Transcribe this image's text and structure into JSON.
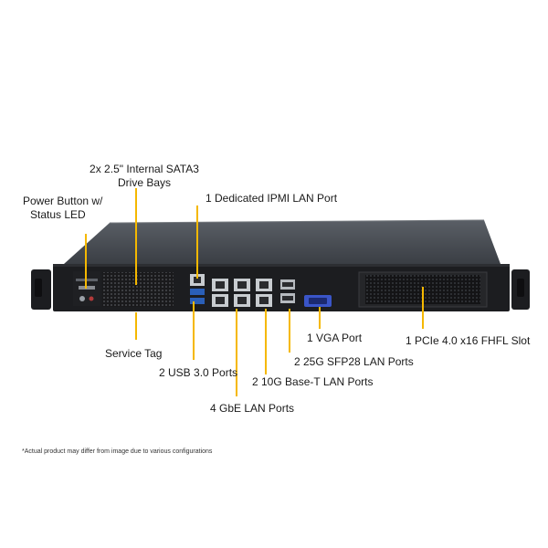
{
  "callouts": {
    "drive_bays_line1": "2x 2.5\" Internal  SATA3",
    "drive_bays_line2": "Drive Bays",
    "power_button_line1": "Power Button w/",
    "power_button_line2": "Status LED",
    "ipmi_port": "1 Dedicated IPMI  LAN Port",
    "service_tag": "Service Tag",
    "usb_ports": "2 USB 3.0 Ports",
    "gbe_ports": "4 GbE LAN Ports",
    "ten_g_ports": "2 10G Base-T LAN Ports",
    "sfp28_ports": "2 25G SFP28 LAN Ports",
    "vga_port": "1 VGA Port",
    "pcie_slot": "1 PCIe 4.0 x16 FHFL Slot"
  },
  "footnote": "*Actual product may differ from image due to various configurations",
  "colors": {
    "leader": "#f5b800",
    "chassis_top": "#4a4f55",
    "chassis_face": "#1c1d20",
    "port_metal": "#c8ccd0",
    "usb_blue": "#2a5fb8",
    "vga_blue": "#3a55c8"
  }
}
